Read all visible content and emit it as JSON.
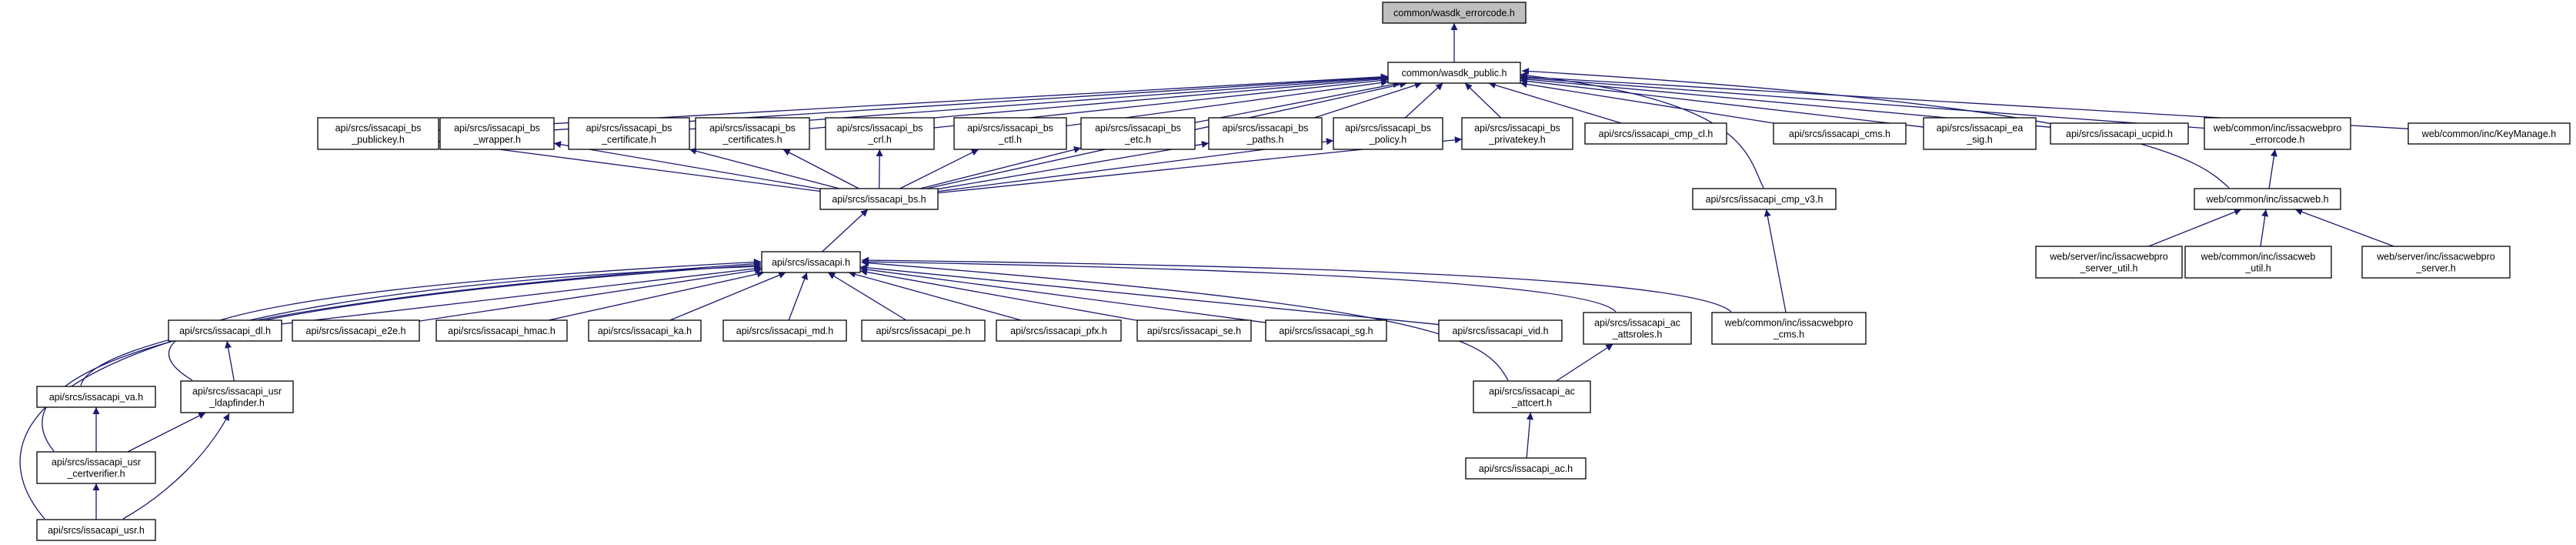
{
  "nodes": [
    {
      "id": "root",
      "lines": [
        "common/wasdk_errorcode.h"
      ],
      "root": true
    },
    {
      "id": "public",
      "lines": [
        "common/wasdk_public.h"
      ]
    },
    {
      "id": "bs_publickey",
      "lines": [
        "api/srcs/issacapi_bs",
        "_publickey.h"
      ]
    },
    {
      "id": "bs_wrapper",
      "lines": [
        "api/srcs/issacapi_bs",
        "_wrapper.h"
      ]
    },
    {
      "id": "bs_certificate",
      "lines": [
        "api/srcs/issacapi_bs",
        "_certificate.h"
      ]
    },
    {
      "id": "bs_certificates",
      "lines": [
        "api/srcs/issacapi_bs",
        "_certificates.h"
      ]
    },
    {
      "id": "bs_crl",
      "lines": [
        "api/srcs/issacapi_bs",
        "_crl.h"
      ]
    },
    {
      "id": "bs_ctl",
      "lines": [
        "api/srcs/issacapi_bs",
        "_ctl.h"
      ]
    },
    {
      "id": "bs_etc",
      "lines": [
        "api/srcs/issacapi_bs",
        "_etc.h"
      ]
    },
    {
      "id": "bs_paths",
      "lines": [
        "api/srcs/issacapi_bs",
        "_paths.h"
      ]
    },
    {
      "id": "bs_policy",
      "lines": [
        "api/srcs/issacapi_bs",
        "_policy.h"
      ]
    },
    {
      "id": "bs_privatekey",
      "lines": [
        "api/srcs/issacapi_bs",
        "_privatekey.h"
      ]
    },
    {
      "id": "cmp_cl",
      "lines": [
        "api/srcs/issacapi_cmp_cl.h"
      ]
    },
    {
      "id": "cms",
      "lines": [
        "api/srcs/issacapi_cms.h"
      ]
    },
    {
      "id": "ea_sig",
      "lines": [
        "api/srcs/issacapi_ea",
        "_sig.h"
      ]
    },
    {
      "id": "ucpid",
      "lines": [
        "api/srcs/issacapi_ucpid.h"
      ]
    },
    {
      "id": "webpro_errorcode",
      "lines": [
        "web/common/inc/issacwebpro",
        "_errorcode.h"
      ]
    },
    {
      "id": "keymanage",
      "lines": [
        "web/common/inc/KeyManage.h"
      ]
    },
    {
      "id": "bs",
      "lines": [
        "api/srcs/issacapi_bs.h"
      ]
    },
    {
      "id": "cmp_v3",
      "lines": [
        "api/srcs/issacapi_cmp_v3.h"
      ]
    },
    {
      "id": "issacweb",
      "lines": [
        "web/common/inc/issacweb.h"
      ]
    },
    {
      "id": "server_util",
      "lines": [
        "web/server/inc/issacwebpro",
        "_server_util.h"
      ]
    },
    {
      "id": "web_util",
      "lines": [
        "web/common/inc/issacweb",
        "_util.h"
      ]
    },
    {
      "id": "webpro_server",
      "lines": [
        "web/server/inc/issacwebpro",
        "_server.h"
      ]
    },
    {
      "id": "issacapi",
      "lines": [
        "api/srcs/issacapi.h"
      ]
    },
    {
      "id": "dl",
      "lines": [
        "api/srcs/issacapi_dl.h"
      ]
    },
    {
      "id": "e2e",
      "lines": [
        "api/srcs/issacapi_e2e.h"
      ]
    },
    {
      "id": "hmac",
      "lines": [
        "api/srcs/issacapi_hmac.h"
      ]
    },
    {
      "id": "ka",
      "lines": [
        "api/srcs/issacapi_ka.h"
      ]
    },
    {
      "id": "md",
      "lines": [
        "api/srcs/issacapi_md.h"
      ]
    },
    {
      "id": "pe",
      "lines": [
        "api/srcs/issacapi_pe.h"
      ]
    },
    {
      "id": "pfx",
      "lines": [
        "api/srcs/issacapi_pfx.h"
      ]
    },
    {
      "id": "se",
      "lines": [
        "api/srcs/issacapi_se.h"
      ]
    },
    {
      "id": "sg",
      "lines": [
        "api/srcs/issacapi_sg.h"
      ]
    },
    {
      "id": "vid",
      "lines": [
        "api/srcs/issacapi_vid.h"
      ]
    },
    {
      "id": "ac_attsroles",
      "lines": [
        "api/srcs/issacapi_ac",
        "_attsroles.h"
      ]
    },
    {
      "id": "webpro_cms",
      "lines": [
        "web/common/inc/issacwebpro",
        "_cms.h"
      ]
    },
    {
      "id": "va",
      "lines": [
        "api/srcs/issacapi_va.h"
      ]
    },
    {
      "id": "usr_ldapfinder",
      "lines": [
        "api/srcs/issacapi_usr",
        "_ldapfinder.h"
      ]
    },
    {
      "id": "ac_attcert",
      "lines": [
        "api/srcs/issacapi_ac",
        "_attcert.h"
      ]
    },
    {
      "id": "usr_certverifier",
      "lines": [
        "api/srcs/issacapi_usr",
        "_certverifier.h"
      ]
    },
    {
      "id": "ac",
      "lines": [
        "api/srcs/issacapi_ac.h"
      ]
    },
    {
      "id": "usr",
      "lines": [
        "api/srcs/issacapi_usr.h"
      ]
    }
  ],
  "edges": [
    [
      "public",
      "root"
    ],
    [
      "bs_publickey",
      "public"
    ],
    [
      "bs_wrapper",
      "public"
    ],
    [
      "bs_certificate",
      "public"
    ],
    [
      "bs_certificates",
      "public"
    ],
    [
      "bs_crl",
      "public"
    ],
    [
      "bs_ctl",
      "public"
    ],
    [
      "bs_etc",
      "public"
    ],
    [
      "bs_paths",
      "public"
    ],
    [
      "bs_policy",
      "public"
    ],
    [
      "bs_privatekey",
      "public"
    ],
    [
      "cmp_cl",
      "public"
    ],
    [
      "cms",
      "public"
    ],
    [
      "ea_sig",
      "public"
    ],
    [
      "ucpid",
      "public"
    ],
    [
      "webpro_errorcode",
      "public"
    ],
    [
      "keymanage",
      "public"
    ],
    [
      "bs",
      "public"
    ],
    [
      "cmp_v3",
      "public"
    ],
    [
      "issacweb",
      "public"
    ],
    [
      "bs",
      "bs_publickey"
    ],
    [
      "bs",
      "bs_wrapper"
    ],
    [
      "bs",
      "bs_certificate"
    ],
    [
      "bs",
      "bs_certificates"
    ],
    [
      "bs",
      "bs_crl"
    ],
    [
      "bs",
      "bs_ctl"
    ],
    [
      "bs",
      "bs_etc"
    ],
    [
      "bs",
      "bs_paths"
    ],
    [
      "bs",
      "bs_policy"
    ],
    [
      "bs",
      "bs_privatekey"
    ],
    [
      "issacweb",
      "webpro_errorcode"
    ],
    [
      "webpro_cms",
      "cmp_v3"
    ],
    [
      "server_util",
      "issacweb"
    ],
    [
      "web_util",
      "issacweb"
    ],
    [
      "webpro_server",
      "issacweb"
    ],
    [
      "issacapi",
      "bs"
    ],
    [
      "dl",
      "issacapi"
    ],
    [
      "e2e",
      "issacapi"
    ],
    [
      "hmac",
      "issacapi"
    ],
    [
      "ka",
      "issacapi"
    ],
    [
      "md",
      "issacapi"
    ],
    [
      "pe",
      "issacapi"
    ],
    [
      "pfx",
      "issacapi"
    ],
    [
      "se",
      "issacapi"
    ],
    [
      "sg",
      "issacapi"
    ],
    [
      "vid",
      "issacapi"
    ],
    [
      "ac_attsroles",
      "issacapi"
    ],
    [
      "webpro_cms",
      "issacapi"
    ],
    [
      "va",
      "issacapi"
    ],
    [
      "usr_ldapfinder",
      "issacapi"
    ],
    [
      "ac_attcert",
      "issacapi"
    ],
    [
      "usr_certverifier",
      "issacapi"
    ],
    [
      "usr",
      "issacapi"
    ],
    [
      "usr_ldapfinder",
      "dl"
    ],
    [
      "ac_attcert",
      "ac_attsroles"
    ],
    [
      "usr_certverifier",
      "va"
    ],
    [
      "usr_certverifier",
      "usr_ldapfinder"
    ],
    [
      "usr",
      "usr_ldapfinder"
    ],
    [
      "usr",
      "usr_certverifier"
    ],
    [
      "ac",
      "ac_attcert"
    ]
  ]
}
